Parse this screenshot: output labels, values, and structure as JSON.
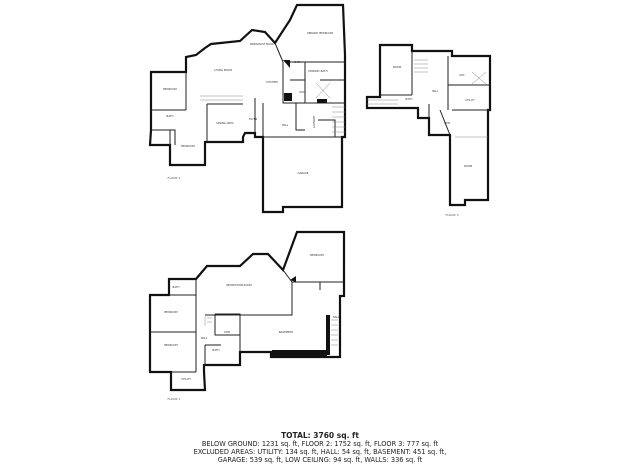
{
  "floors": [
    {
      "label": "FLOOR 2",
      "rooms": [
        "PRIMARY BEDROOM",
        "BREAKFAST NOOK",
        "LIVING ROOM",
        "KITCHEN",
        "BATH",
        "PRIMARY BATH",
        "WIC",
        "BEDROOM",
        "BATH",
        "DINING AREA",
        "FOYER",
        "HALL",
        "LAUNDRY",
        "BEDROOM",
        "GARAGE"
      ]
    },
    {
      "label": "FLOOR 3",
      "rooms": [
        "ROOM",
        "HALL",
        "WIC",
        "BATH",
        "UTILITY",
        "DEN",
        "ROOM"
      ]
    },
    {
      "label": "FLOOR 1",
      "rooms": [
        "BEDROOM",
        "RECREATION ROOM",
        "BATH",
        "BEDROOM",
        "BEDROOM",
        "HALL",
        "DEN",
        "BATH",
        "UTILITY",
        "BASEMENT",
        "HALL"
      ]
    }
  ],
  "summary": {
    "total": "TOTAL: 3760 sq. ft",
    "line1": "BELOW GROUND: 1231 sq. ft, FLOOR 2: 1752 sq. ft, FLOOR 3: 777 sq. ft",
    "line2": "EXCLUDED AREAS: UTILITY: 134 sq. ft, HALL: 54 sq. ft, BASEMENT: 451 sq. ft,",
    "line3": "GARAGE: 539 sq. ft, LOW CEILING: 94 sq. ft, WALLS: 336 sq. ft"
  }
}
